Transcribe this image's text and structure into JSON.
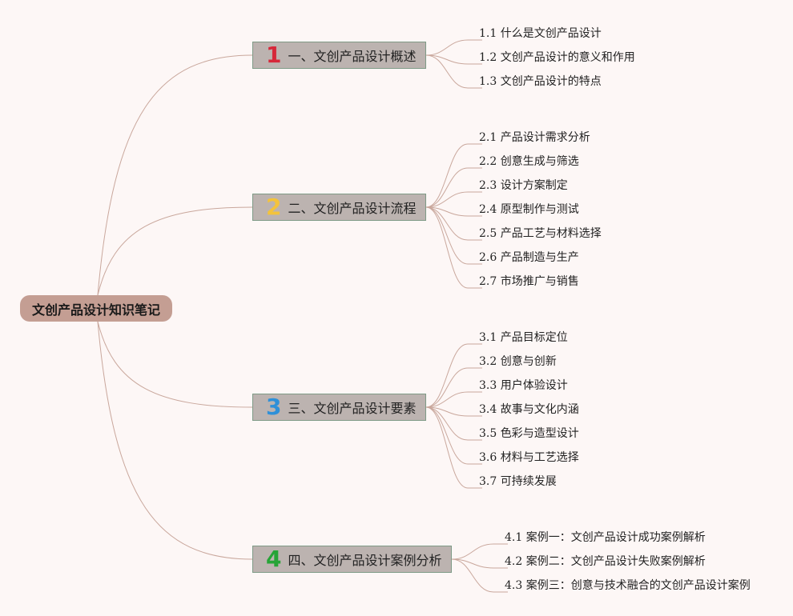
{
  "root": {
    "label": "文创产品设计知识笔记"
  },
  "sections": [
    {
      "num": "1",
      "num_color": "#d6283a",
      "label": "一、文创产品设计概述",
      "items": [
        {
          "code": "1.1",
          "text": "什么是文创产品设计"
        },
        {
          "code": "1.2",
          "text": "文创产品设计的意义和作用"
        },
        {
          "code": "1.3",
          "text": "文创产品设计的特点"
        }
      ]
    },
    {
      "num": "2",
      "num_color": "#f3c33c",
      "label": "二、文创产品设计流程",
      "items": [
        {
          "code": "2.1",
          "text": "产品设计需求分析"
        },
        {
          "code": "2.2",
          "text": "创意生成与筛选"
        },
        {
          "code": "2.3",
          "text": "设计方案制定"
        },
        {
          "code": "2.4",
          "text": "原型制作与测试"
        },
        {
          "code": "2.5",
          "text": "产品工艺与材料选择"
        },
        {
          "code": "2.6",
          "text": "产品制造与生产"
        },
        {
          "code": "2.7",
          "text": "市场推广与销售"
        }
      ]
    },
    {
      "num": "3",
      "num_color": "#2f90d8",
      "label": "三、文创产品设计要素",
      "items": [
        {
          "code": "3.1",
          "text": "产品目标定位"
        },
        {
          "code": "3.2",
          "text": "创意与创新"
        },
        {
          "code": "3.3",
          "text": "用户体验设计"
        },
        {
          "code": "3.4",
          "text": "故事与文化内涵"
        },
        {
          "code": "3.5",
          "text": "色彩与造型设计"
        },
        {
          "code": "3.6",
          "text": "材料与工艺选择"
        },
        {
          "code": "3.7",
          "text": "可持续发展"
        }
      ]
    },
    {
      "num": "4",
      "num_color": "#27a437",
      "label": "四、文创产品设计案例分析",
      "items": [
        {
          "code": "4.1",
          "text": "案例一：文创产品设计成功案例解析"
        },
        {
          "code": "4.2",
          "text": "案例二：文创产品设计失败案例解析"
        },
        {
          "code": "4.3",
          "text": "案例三：创意与技术融合的文创产品设计案例"
        }
      ]
    }
  ],
  "colors": {
    "line": "#c9a79c",
    "root_bg": "#c49e93",
    "section_bg": "#bcb3b0",
    "section_border": "#7e9a86",
    "page_bg": "#fdf7f6"
  }
}
